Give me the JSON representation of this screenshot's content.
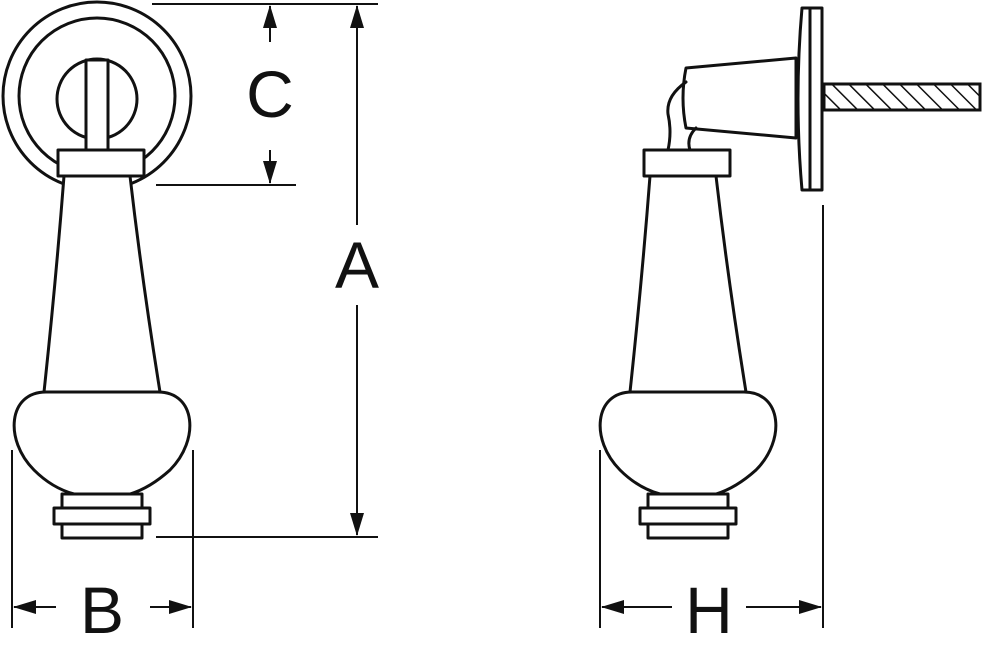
{
  "labels": {
    "height_total": "A",
    "width_knob": "B",
    "height_backplate": "C",
    "projection": "H"
  },
  "colors": {
    "line": "#111111",
    "background": "#ffffff"
  }
}
